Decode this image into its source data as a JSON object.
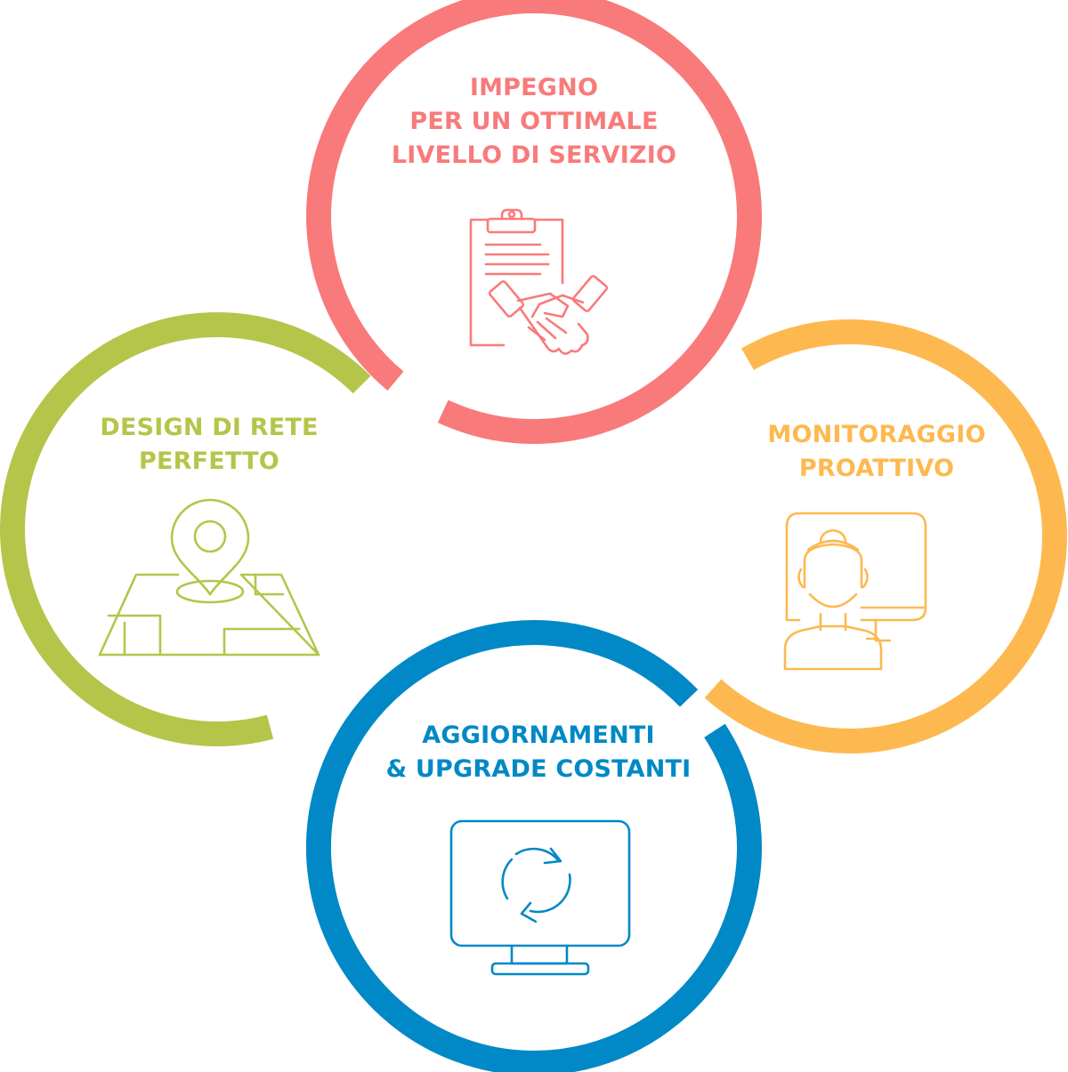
{
  "colors": {
    "service": "#f97a7a",
    "design": "#b5c54a",
    "monitoring": "#fdb950",
    "updates": "#0089c6"
  },
  "circles": [
    {
      "id": "service",
      "lines": [
        "IMPEGNO",
        "PER UN OTTIMALE",
        "LIVELLO DI SERVIZIO"
      ],
      "icon": "clipboard-handshake-icon"
    },
    {
      "id": "design",
      "lines": [
        "DESIGN DI RETE",
        "PERFETTO"
      ],
      "icon": "map-pin-icon"
    },
    {
      "id": "monitoring",
      "lines": [
        "MONITORAGGIO",
        "PROATTIVO"
      ],
      "icon": "operator-monitor-icon"
    },
    {
      "id": "updates",
      "lines": [
        "AGGIORNAMENTI",
        "& UPGRADE COSTANTI"
      ],
      "icon": "monitor-refresh-icon"
    }
  ]
}
